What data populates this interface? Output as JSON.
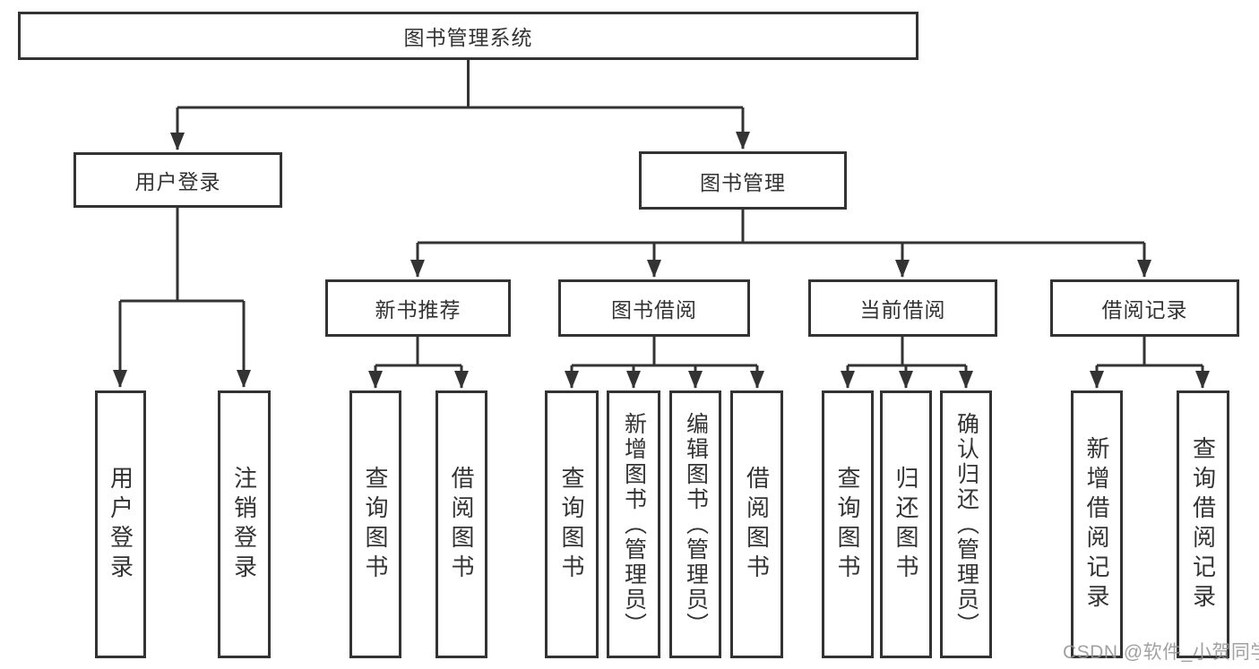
{
  "diagram": {
    "title": "图书管理系统",
    "watermark": "CSDN @软件_小贺同学",
    "colors": {
      "line": "#333333",
      "text": "#333333",
      "box_background": "#ffffff",
      "watermark": "#949494",
      "background": "#ffffff"
    },
    "nodes": {
      "root": {
        "label": "图书管理系统"
      },
      "userLogin": {
        "label": "用户登录"
      },
      "bookMgmt": {
        "label": "图书管理"
      },
      "userLoginLeaf": {
        "label": "用户登录"
      },
      "logoutLeaf": {
        "label": "注销登录"
      },
      "newBookRec": {
        "label": "新书推荐"
      },
      "bookBorrow": {
        "label": "图书借阅"
      },
      "currentBorrow": {
        "label": "当前借阅"
      },
      "borrowRecord": {
        "label": "借阅记录"
      },
      "nbrQuery": {
        "label": "查询图书"
      },
      "nbrBorrow": {
        "label": "借阅图书"
      },
      "bbQuery": {
        "label": "查询图书"
      },
      "bbAdd": {
        "label": "新增图书（管理员）"
      },
      "bbEdit": {
        "label": "编辑图书（管理员）"
      },
      "bbBorrow": {
        "label": "借阅图书"
      },
      "cbQuery": {
        "label": "查询图书"
      },
      "cbReturn": {
        "label": "归还图书"
      },
      "cbConfirm": {
        "label": "确认归还（管理员）"
      },
      "brAdd": {
        "label": "新增借阅记录"
      },
      "brQuery": {
        "label": "查询借阅记录"
      }
    },
    "edges": [
      [
        "root",
        "userLogin"
      ],
      [
        "root",
        "bookMgmt"
      ],
      [
        "userLogin",
        "userLoginLeaf"
      ],
      [
        "userLogin",
        "logoutLeaf"
      ],
      [
        "bookMgmt",
        "newBookRec"
      ],
      [
        "bookMgmt",
        "bookBorrow"
      ],
      [
        "bookMgmt",
        "currentBorrow"
      ],
      [
        "bookMgmt",
        "borrowRecord"
      ],
      [
        "newBookRec",
        "nbrQuery"
      ],
      [
        "newBookRec",
        "nbrBorrow"
      ],
      [
        "bookBorrow",
        "bbQuery"
      ],
      [
        "bookBorrow",
        "bbAdd"
      ],
      [
        "bookBorrow",
        "bbEdit"
      ],
      [
        "bookBorrow",
        "bbBorrow"
      ],
      [
        "currentBorrow",
        "cbQuery"
      ],
      [
        "currentBorrow",
        "cbReturn"
      ],
      [
        "currentBorrow",
        "cbConfirm"
      ],
      [
        "borrowRecord",
        "brAdd"
      ],
      [
        "borrowRecord",
        "brQuery"
      ]
    ]
  }
}
